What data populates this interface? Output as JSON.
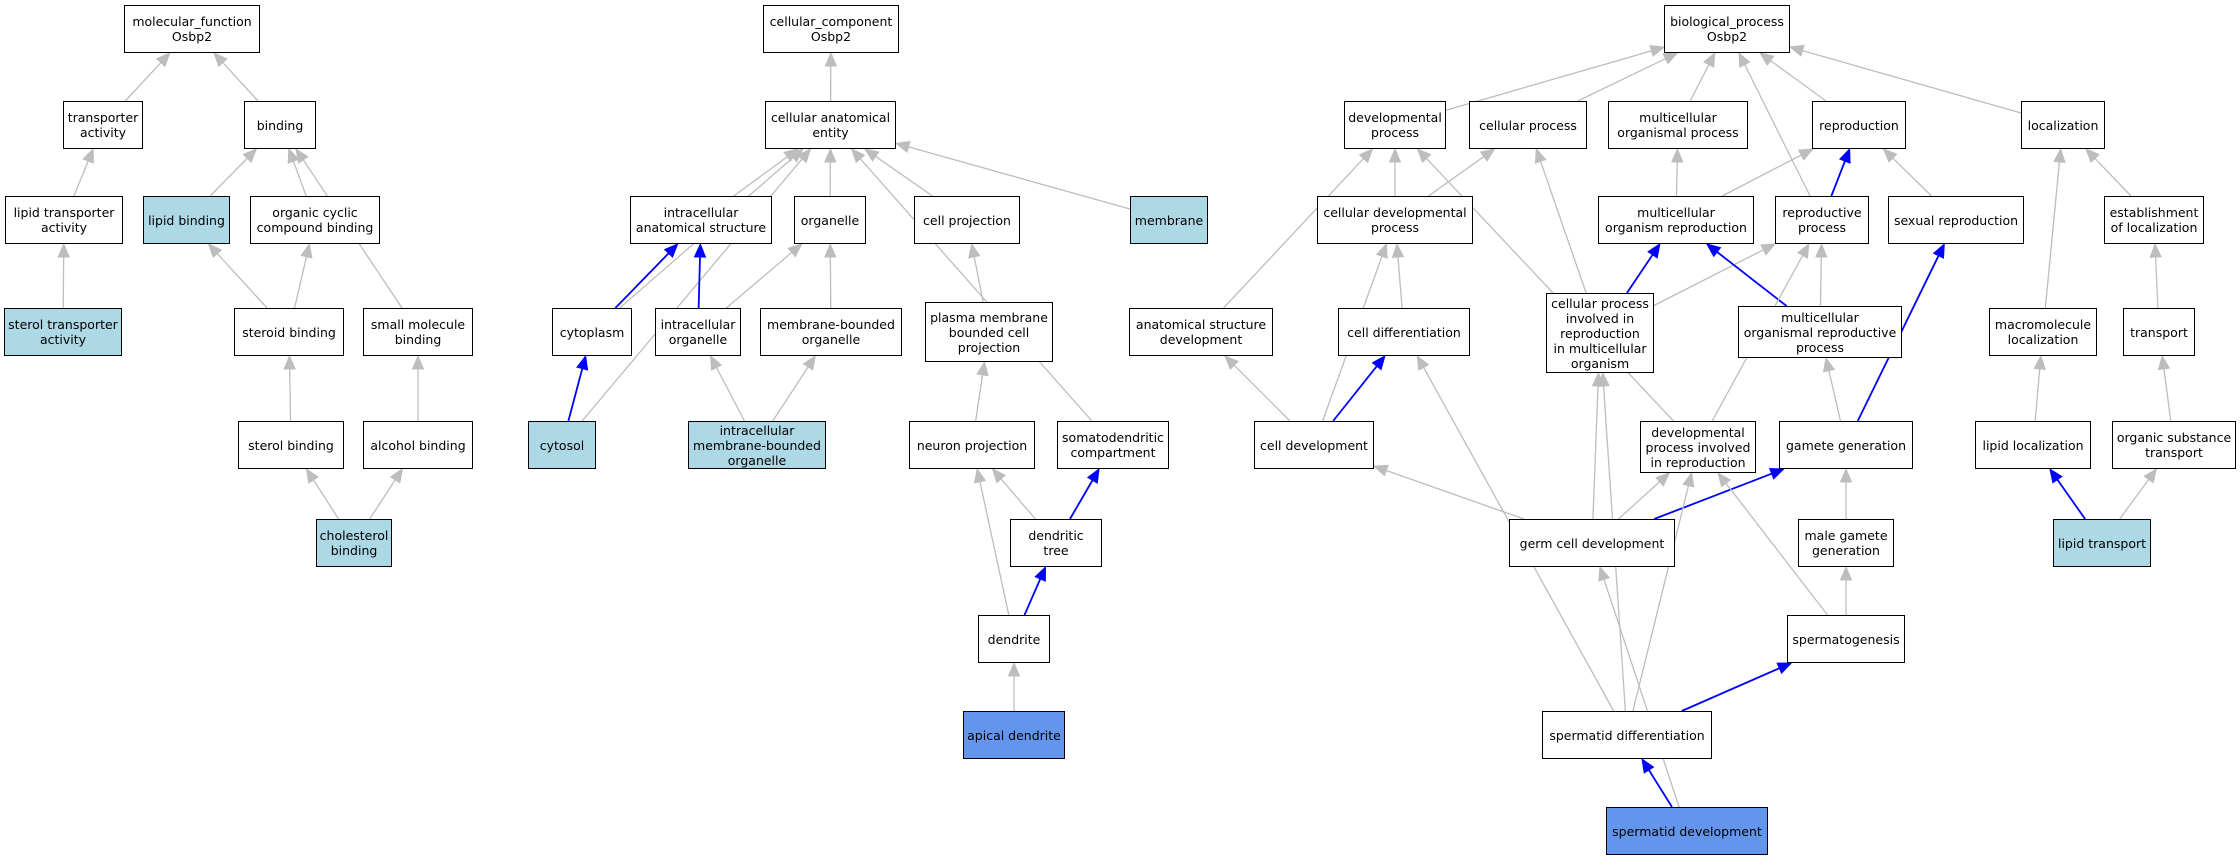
{
  "graph": {
    "colors": {
      "edge_default": "#bdbdbd",
      "edge_path": "#0000ff",
      "node_highlight": "#add8e6",
      "node_query": "#6495ed",
      "node_default": "#ffffff"
    },
    "nodes": {
      "mf_root": {
        "label": "molecular_function\nOsbp2",
        "style": "plain"
      },
      "transporter_activity": {
        "label": "transporter\nactivity",
        "style": "plain"
      },
      "binding": {
        "label": "binding",
        "style": "plain"
      },
      "lipid_transporter_activity": {
        "label": "lipid transporter\nactivity",
        "style": "plain"
      },
      "lipid_binding": {
        "label": "lipid binding",
        "style": "highlight"
      },
      "organic_cyclic": {
        "label": "organic cyclic\ncompound binding",
        "style": "plain"
      },
      "sterol_transporter_activity": {
        "label": "sterol transporter\nactivity",
        "style": "highlight"
      },
      "steroid_binding": {
        "label": "steroid binding",
        "style": "plain"
      },
      "small_molecule_binding": {
        "label": "small molecule\nbinding",
        "style": "plain"
      },
      "sterol_binding": {
        "label": "sterol binding",
        "style": "plain"
      },
      "alcohol_binding": {
        "label": "alcohol binding",
        "style": "plain"
      },
      "cholesterol_binding": {
        "label": "cholesterol\nbinding",
        "style": "highlight"
      },
      "cc_root": {
        "label": "cellular_component\nOsbp2",
        "style": "plain"
      },
      "cellular_anatomical_entity": {
        "label": "cellular anatomical\nentity",
        "style": "plain"
      },
      "intracellular_anatomical_structure": {
        "label": "intracellular\nanatomical structure",
        "style": "plain"
      },
      "organelle": {
        "label": "organelle",
        "style": "plain"
      },
      "cell_projection": {
        "label": "cell projection",
        "style": "plain"
      },
      "membrane": {
        "label": "membrane",
        "style": "highlight"
      },
      "cytoplasm": {
        "label": "cytoplasm",
        "style": "plain"
      },
      "intracellular_organelle": {
        "label": "intracellular\norganelle",
        "style": "plain"
      },
      "membrane_bounded_organelle": {
        "label": "membrane-bounded\norganelle",
        "style": "plain"
      },
      "plasma_membrane_bounded_cell_projection": {
        "label": "plasma membrane\nbounded cell\nprojection",
        "style": "plain"
      },
      "cytosol": {
        "label": "cytosol",
        "style": "highlight"
      },
      "intracellular_membrane_bounded_organelle": {
        "label": "intracellular\nmembrane-bounded\norganelle",
        "style": "highlight"
      },
      "neuron_projection": {
        "label": "neuron projection",
        "style": "plain"
      },
      "somatodendritic_compartment": {
        "label": "somatodendritic\ncompartment",
        "style": "plain"
      },
      "dendritic_tree": {
        "label": "dendritic tree",
        "style": "plain"
      },
      "dendrite": {
        "label": "dendrite",
        "style": "plain"
      },
      "apical_dendrite": {
        "label": "apical dendrite",
        "style": "query"
      },
      "bp_root": {
        "label": "biological_process\nOsbp2",
        "style": "plain"
      },
      "developmental_process": {
        "label": "developmental\nprocess",
        "style": "plain"
      },
      "cellular_process": {
        "label": "cellular process",
        "style": "plain"
      },
      "multicellular_organismal_process": {
        "label": "multicellular\norganismal process",
        "style": "plain"
      },
      "reproduction": {
        "label": "reproduction",
        "style": "plain"
      },
      "localization": {
        "label": "localization",
        "style": "plain"
      },
      "cellular_developmental_process": {
        "label": "cellular developmental\nprocess",
        "style": "plain"
      },
      "multicellular_organism_reproduction": {
        "label": "multicellular\norganism reproduction",
        "style": "plain"
      },
      "reproductive_process": {
        "label": "reproductive\nprocess",
        "style": "plain"
      },
      "sexual_reproduction": {
        "label": "sexual reproduction",
        "style": "plain"
      },
      "establishment_of_localization": {
        "label": "establishment\nof localization",
        "style": "plain"
      },
      "anatomical_structure_development": {
        "label": "anatomical structure\ndevelopment",
        "style": "plain"
      },
      "cell_differentiation": {
        "label": "cell differentiation",
        "style": "plain"
      },
      "cellular_process_reproduction": {
        "label": "cellular process\ninvolved in\nreproduction\nin multicellular\norganism",
        "style": "plain"
      },
      "multicellular_organismal_reproductive_process": {
        "label": "multicellular\norganismal reproductive\nprocess",
        "style": "plain"
      },
      "macromolecule_localization": {
        "label": "macromolecule\nlocalization",
        "style": "plain"
      },
      "transport": {
        "label": "transport",
        "style": "plain"
      },
      "cell_development": {
        "label": "cell development",
        "style": "plain"
      },
      "developmental_process_reproduction": {
        "label": "developmental\nprocess involved\nin reproduction",
        "style": "plain"
      },
      "gamete_generation": {
        "label": "gamete generation",
        "style": "plain"
      },
      "lipid_localization": {
        "label": "lipid localization",
        "style": "plain"
      },
      "organic_substance_transport": {
        "label": "organic substance\ntransport",
        "style": "plain"
      },
      "germ_cell_development": {
        "label": "germ cell development",
        "style": "plain"
      },
      "male_gamete_generation": {
        "label": "male gamete\ngeneration",
        "style": "plain"
      },
      "lipid_transport": {
        "label": "lipid transport",
        "style": "highlight"
      },
      "spermatogenesis": {
        "label": "spermatogenesis",
        "style": "plain"
      },
      "spermatid_differentiation": {
        "label": "spermatid differentiation",
        "style": "plain"
      },
      "spermatid_development": {
        "label": "spermatid development",
        "style": "query"
      }
    },
    "edges": [
      {
        "from": "transporter_activity",
        "to": "mf_root",
        "kind": "default"
      },
      {
        "from": "binding",
        "to": "mf_root",
        "kind": "default"
      },
      {
        "from": "lipid_transporter_activity",
        "to": "transporter_activity",
        "kind": "default"
      },
      {
        "from": "sterol_transporter_activity",
        "to": "lipid_transporter_activity",
        "kind": "default"
      },
      {
        "from": "lipid_binding",
        "to": "binding",
        "kind": "default"
      },
      {
        "from": "organic_cyclic",
        "to": "binding",
        "kind": "default"
      },
      {
        "from": "small_molecule_binding",
        "to": "binding",
        "kind": "default"
      },
      {
        "from": "steroid_binding",
        "to": "lipid_binding",
        "kind": "default"
      },
      {
        "from": "steroid_binding",
        "to": "organic_cyclic",
        "kind": "default"
      },
      {
        "from": "sterol_binding",
        "to": "steroid_binding",
        "kind": "default"
      },
      {
        "from": "alcohol_binding",
        "to": "small_molecule_binding",
        "kind": "default"
      },
      {
        "from": "cholesterol_binding",
        "to": "sterol_binding",
        "kind": "default"
      },
      {
        "from": "cholesterol_binding",
        "to": "alcohol_binding",
        "kind": "default"
      },
      {
        "from": "cellular_anatomical_entity",
        "to": "cc_root",
        "kind": "default"
      },
      {
        "from": "intracellular_anatomical_structure",
        "to": "cellular_anatomical_entity",
        "kind": "default"
      },
      {
        "from": "organelle",
        "to": "cellular_anatomical_entity",
        "kind": "default"
      },
      {
        "from": "cell_projection",
        "to": "cellular_anatomical_entity",
        "kind": "default"
      },
      {
        "from": "membrane",
        "to": "cellular_anatomical_entity",
        "kind": "default"
      },
      {
        "from": "cytoplasm",
        "to": "cellular_anatomical_entity",
        "kind": "default"
      },
      {
        "from": "cytosol",
        "to": "cellular_anatomical_entity",
        "kind": "default"
      },
      {
        "from": "somatodendritic_compartment",
        "to": "cellular_anatomical_entity",
        "kind": "default"
      },
      {
        "from": "cytoplasm",
        "to": "intracellular_anatomical_structure",
        "kind": "path"
      },
      {
        "from": "intracellular_organelle",
        "to": "intracellular_anatomical_structure",
        "kind": "path"
      },
      {
        "from": "intracellular_organelle",
        "to": "organelle",
        "kind": "default"
      },
      {
        "from": "membrane_bounded_organelle",
        "to": "organelle",
        "kind": "default"
      },
      {
        "from": "plasma_membrane_bounded_cell_projection",
        "to": "cell_projection",
        "kind": "default"
      },
      {
        "from": "cytosol",
        "to": "cytoplasm",
        "kind": "path"
      },
      {
        "from": "intracellular_membrane_bounded_organelle",
        "to": "intracellular_organelle",
        "kind": "default"
      },
      {
        "from": "intracellular_membrane_bounded_organelle",
        "to": "membrane_bounded_organelle",
        "kind": "default"
      },
      {
        "from": "neuron_projection",
        "to": "plasma_membrane_bounded_cell_projection",
        "kind": "default"
      },
      {
        "from": "dendritic_tree",
        "to": "neuron_projection",
        "kind": "default"
      },
      {
        "from": "dendrite",
        "to": "neuron_projection",
        "kind": "default"
      },
      {
        "from": "dendritic_tree",
        "to": "somatodendritic_compartment",
        "kind": "path"
      },
      {
        "from": "dendrite",
        "to": "dendritic_tree",
        "kind": "path"
      },
      {
        "from": "apical_dendrite",
        "to": "dendrite",
        "kind": "default"
      },
      {
        "from": "developmental_process",
        "to": "bp_root",
        "kind": "default"
      },
      {
        "from": "cellular_process",
        "to": "bp_root",
        "kind": "default"
      },
      {
        "from": "multicellular_organismal_process",
        "to": "bp_root",
        "kind": "default"
      },
      {
        "from": "reproduction",
        "to": "bp_root",
        "kind": "default"
      },
      {
        "from": "localization",
        "to": "bp_root",
        "kind": "default"
      },
      {
        "from": "reproductive_process",
        "to": "bp_root",
        "kind": "default"
      },
      {
        "from": "cellular_developmental_process",
        "to": "developmental_process",
        "kind": "default"
      },
      {
        "from": "cellular_developmental_process",
        "to": "cellular_process",
        "kind": "default"
      },
      {
        "from": "anatomical_structure_development",
        "to": "developmental_process",
        "kind": "default"
      },
      {
        "from": "developmental_process_reproduction",
        "to": "developmental_process",
        "kind": "default"
      },
      {
        "from": "multicellular_organism_reproduction",
        "to": "multicellular_organismal_process",
        "kind": "default"
      },
      {
        "from": "multicellular_organism_reproduction",
        "to": "reproduction",
        "kind": "default"
      },
      {
        "from": "reproductive_process",
        "to": "reproduction",
        "kind": "path"
      },
      {
        "from": "sexual_reproduction",
        "to": "reproduction",
        "kind": "default"
      },
      {
        "from": "establishment_of_localization",
        "to": "localization",
        "kind": "default"
      },
      {
        "from": "macromolecule_localization",
        "to": "localization",
        "kind": "default"
      },
      {
        "from": "cellular_process_reproduction",
        "to": "cellular_process",
        "kind": "default"
      },
      {
        "from": "cellular_process_reproduction",
        "to": "multicellular_organism_reproduction",
        "kind": "path"
      },
      {
        "from": "cellular_process_reproduction",
        "to": "reproductive_process",
        "kind": "default"
      },
      {
        "from": "multicellular_organismal_reproductive_process",
        "to": "multicellular_organism_reproduction",
        "kind": "path"
      },
      {
        "from": "multicellular_organismal_reproductive_process",
        "to": "reproductive_process",
        "kind": "default"
      },
      {
        "from": "developmental_process_reproduction",
        "to": "reproductive_process",
        "kind": "default"
      },
      {
        "from": "cell_differentiation",
        "to": "cellular_developmental_process",
        "kind": "default"
      },
      {
        "from": "cell_development",
        "to": "cellular_developmental_process",
        "kind": "default"
      },
      {
        "from": "cell_development",
        "to": "anatomical_structure_development",
        "kind": "default"
      },
      {
        "from": "cell_development",
        "to": "cell_differentiation",
        "kind": "path"
      },
      {
        "from": "gamete_generation",
        "to": "multicellular_organismal_reproductive_process",
        "kind": "default"
      },
      {
        "from": "gamete_generation",
        "to": "sexual_reproduction",
        "kind": "path"
      },
      {
        "from": "transport",
        "to": "establishment_of_localization",
        "kind": "default"
      },
      {
        "from": "lipid_localization",
        "to": "macromolecule_localization",
        "kind": "default"
      },
      {
        "from": "organic_substance_transport",
        "to": "transport",
        "kind": "default"
      },
      {
        "from": "germ_cell_development",
        "to": "cell_development",
        "kind": "default"
      },
      {
        "from": "germ_cell_development",
        "to": "cellular_process_reproduction",
        "kind": "default"
      },
      {
        "from": "germ_cell_development",
        "to": "developmental_process_reproduction",
        "kind": "default"
      },
      {
        "from": "germ_cell_development",
        "to": "gamete_generation",
        "kind": "path"
      },
      {
        "from": "male_gamete_generation",
        "to": "gamete_generation",
        "kind": "default"
      },
      {
        "from": "lipid_transport",
        "to": "lipid_localization",
        "kind": "path"
      },
      {
        "from": "lipid_transport",
        "to": "organic_substance_transport",
        "kind": "default"
      },
      {
        "from": "spermatogenesis",
        "to": "male_gamete_generation",
        "kind": "default"
      },
      {
        "from": "spermatogenesis",
        "to": "developmental_process_reproduction",
        "kind": "default"
      },
      {
        "from": "spermatid_differentiation",
        "to": "spermatogenesis",
        "kind": "path"
      },
      {
        "from": "spermatid_differentiation",
        "to": "cell_differentiation",
        "kind": "default"
      },
      {
        "from": "spermatid_differentiation",
        "to": "cellular_process_reproduction",
        "kind": "default"
      },
      {
        "from": "spermatid_differentiation",
        "to": "developmental_process_reproduction",
        "kind": "default"
      },
      {
        "from": "spermatid_development",
        "to": "spermatid_differentiation",
        "kind": "path"
      },
      {
        "from": "spermatid_development",
        "to": "germ_cell_development",
        "kind": "default"
      }
    ]
  }
}
